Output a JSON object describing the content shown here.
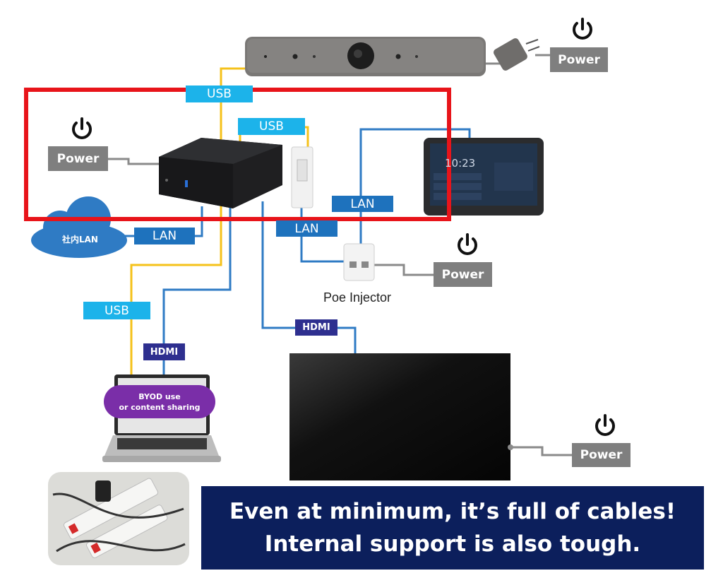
{
  "labels": {
    "usb": "USB",
    "lan": "LAN",
    "hdmi": "HDMI",
    "power": "Power",
    "internal_lan": "社内LAN",
    "poe_injector": "Poe Injector",
    "byod_line1": "BYOD use",
    "byod_line2": "or content sharing"
  },
  "tablet": {
    "time": "10:23"
  },
  "banner": {
    "line1": "Even at minimum, it’s full of cables!",
    "line2": "Internal support is also tough."
  },
  "colors": {
    "usb_cable": "#f5c21b",
    "lan_hdmi_cable": "#2f7bc4",
    "usb_label": "#1cb3ea",
    "lan_label": "#1e72bd",
    "hdmi_label": "#2e2f8f",
    "power_label": "#7f7f7f",
    "highlight_box": "#e8141a",
    "byod_pill": "#7a2ea8",
    "banner": "#0c1f5c"
  },
  "icons": [
    "power-icon",
    "cloud-icon",
    "camera-bar",
    "mini-pc",
    "usb-dongle",
    "touch-panel",
    "poe-injector",
    "laptop",
    "tv-display",
    "power-strip-photo"
  ]
}
